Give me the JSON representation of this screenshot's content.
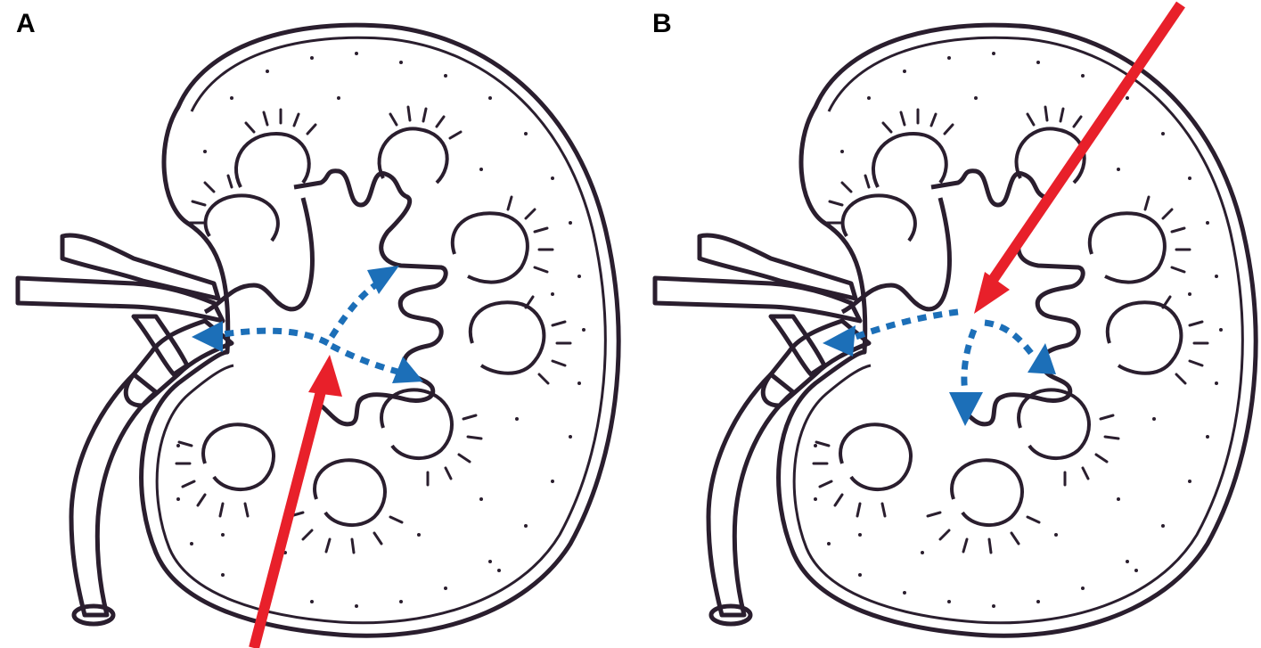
{
  "panels": [
    {
      "id": "A",
      "label": "A"
    },
    {
      "id": "B",
      "label": "B"
    }
  ],
  "colors": {
    "outline": "#2a1e2e",
    "needle": "#e8202a",
    "flow": "#1c6fb8",
    "background": "#ffffff"
  }
}
